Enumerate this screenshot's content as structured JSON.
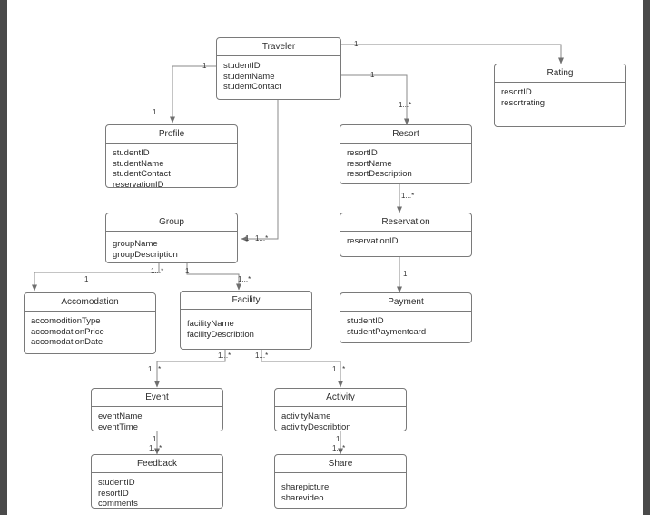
{
  "diagram": {
    "kind": "uml-class-diagram",
    "canvas_color": "#ffffff",
    "frame_color": "#4a4a4a",
    "line_color": "#7a7a7a",
    "classes": [
      {
        "id": "traveler",
        "name": "Traveler",
        "attributes": [
          "studentID",
          "studentName",
          "studentContact"
        ]
      },
      {
        "id": "rating",
        "name": "Rating",
        "attributes": [
          "resortID",
          "resortrating"
        ]
      },
      {
        "id": "profile",
        "name": "Profile",
        "attributes": [
          "studentID",
          "studentName",
          "studentContact",
          "reservationID"
        ]
      },
      {
        "id": "resort",
        "name": "Resort",
        "attributes": [
          "resortID",
          "resortName",
          "resortDescription"
        ]
      },
      {
        "id": "group",
        "name": "Group",
        "attributes": [
          "groupName",
          "groupDescription"
        ]
      },
      {
        "id": "reservation",
        "name": "Reservation",
        "attributes": [
          "reservationID"
        ]
      },
      {
        "id": "accomodation",
        "name": "Accomodation",
        "attributes": [
          "accomoditionType",
          "accomodationPrice",
          "accomodationDate"
        ]
      },
      {
        "id": "facility",
        "name": "Facility",
        "attributes": [
          "facilityName",
          "facilityDescribtion"
        ]
      },
      {
        "id": "payment",
        "name": "Payment",
        "attributes": [
          "studentID",
          "studentPaymentcard"
        ]
      },
      {
        "id": "event",
        "name": "Event",
        "attributes": [
          "eventName",
          "eventTime"
        ]
      },
      {
        "id": "activity",
        "name": "Activity",
        "attributes": [
          "activityName",
          "activityDescribtion"
        ]
      },
      {
        "id": "feedback",
        "name": "Feedback",
        "attributes": [
          "studentID",
          "resortID",
          "comments"
        ]
      },
      {
        "id": "share",
        "name": "Share",
        "attributes": [
          "sharepicture",
          "sharevideo"
        ]
      }
    ],
    "multiplicities": [
      {
        "id": "m-traveler-rating-src",
        "text": "1"
      },
      {
        "id": "m-traveler-profile-src",
        "text": "1"
      },
      {
        "id": "m-traveler-profile-tgt",
        "text": "1"
      },
      {
        "id": "m-traveler-resort-src",
        "text": "1"
      },
      {
        "id": "m-traveler-resort-tgt",
        "text": "1...*"
      },
      {
        "id": "m-traveler-group-src",
        "text": "1"
      },
      {
        "id": "m-traveler-group-tgt",
        "text": "1...*"
      },
      {
        "id": "m-resort-reservation",
        "text": "1...*"
      },
      {
        "id": "m-reservation-payment",
        "text": "1"
      },
      {
        "id": "m-group-accomodation-src",
        "text": "1...*"
      },
      {
        "id": "m-group-accomodation-tgt",
        "text": "1"
      },
      {
        "id": "m-group-facility-src",
        "text": "1"
      },
      {
        "id": "m-group-facility-tgt",
        "text": "1...*"
      },
      {
        "id": "m-facility-event-src",
        "text": "1...*"
      },
      {
        "id": "m-facility-event-tgt",
        "text": "1...*"
      },
      {
        "id": "m-facility-activity-src",
        "text": "1...*"
      },
      {
        "id": "m-facility-activity-tgt",
        "text": "1...*"
      },
      {
        "id": "m-event-feedback-src",
        "text": "1"
      },
      {
        "id": "m-event-feedback-tgt",
        "text": "1...*"
      },
      {
        "id": "m-activity-share-src",
        "text": "1"
      },
      {
        "id": "m-activity-share-tgt",
        "text": "1...*"
      }
    ]
  }
}
